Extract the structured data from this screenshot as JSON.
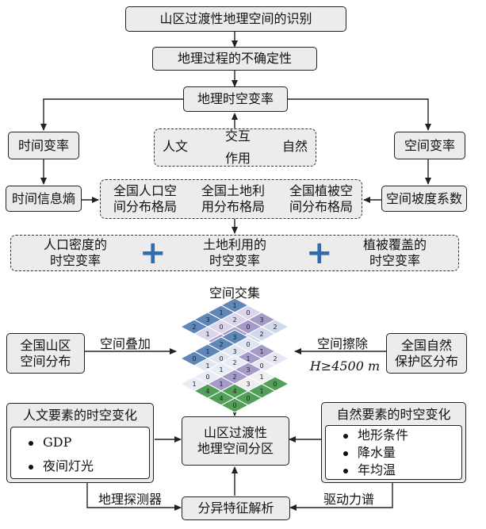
{
  "title_box": "山区过渡性地理空间的识别",
  "uncertainty_box": "地理过程的不确定性",
  "rate_box": "地理时空变率",
  "time_rate": "时间变率",
  "space_rate": "空间变率",
  "interaction": {
    "top": "交互",
    "bottom": "作用",
    "left": "人文",
    "right": "自然"
  },
  "time_entropy": "时间信息熵",
  "space_slope": "空间坡度系数",
  "patterns": [
    "全国人口空\n间分布格局",
    "全国土地利\n用分布格局",
    "全国植被空\n间分布格局"
  ],
  "rates": [
    "人口密度的\n时空变率",
    "土地利用的\n时空变率",
    "植被覆盖的\n时空变率"
  ],
  "plus_symbol": "+",
  "intersection": "空间交集",
  "mountain_dist": "全国山区\n空间分布",
  "overlay": "空间叠加",
  "erase": "空间擦除",
  "elevation": "H≥4500 m",
  "protected": "全国自然\n保护区分布",
  "human_panel": {
    "title": "人文要素的时空变化",
    "items": [
      "GDP",
      "夜间灯光"
    ]
  },
  "natural_panel": {
    "title": "自然要素的时空变化",
    "items": [
      "地形条件",
      "降水量",
      "年均温"
    ]
  },
  "zoning": "山区过渡性\n地理空间分区",
  "detector": "地理探测器",
  "spectrum": "驱动力谱",
  "analysis": "分异特征解析",
  "grid_layers": [
    {
      "name": "top",
      "labels": [
        "1",
        "0",
        "3",
        "2",
        "1",
        "2",
        "0",
        "2",
        "3",
        "0",
        "1",
        "2",
        "2",
        "1",
        "1",
        "0"
      ]
    },
    {
      "name": "middle",
      "labels": [
        "3",
        "0",
        "1",
        "2",
        "2",
        "3",
        "1",
        "0",
        "1",
        "0",
        "2",
        "1",
        "0",
        "1",
        "2",
        "3"
      ]
    },
    {
      "name": "bottom",
      "labels": [
        "2",
        "3",
        "1",
        "0",
        "1",
        "2",
        "3",
        "1",
        "0",
        "1",
        "4",
        "0",
        "1",
        "4",
        "4",
        "0"
      ]
    }
  ],
  "colors": {
    "box_fill": "#ececec",
    "border": "#222222",
    "plus": "#2f6db0",
    "grid_blue": "#5f86b8",
    "grid_purple": "#a69ac9",
    "grid_green": "#52a058"
  }
}
